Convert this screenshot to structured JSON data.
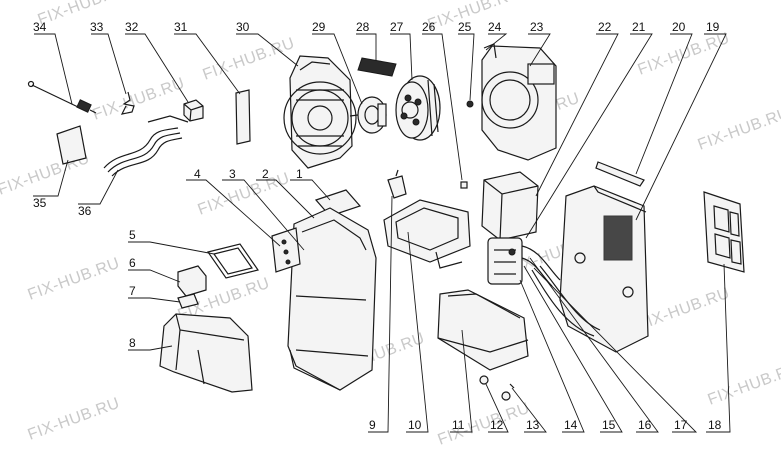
{
  "watermark": "FIX-HUB.RU",
  "colors": {
    "line": "#1a1a1a",
    "watermark": "#c9c9c9",
    "background": "#ffffff"
  },
  "callouts_top": [
    "34",
    "33",
    "32",
    "31",
    "30",
    "29",
    "28",
    "27",
    "26",
    "25",
    "24",
    "23",
    "22",
    "21",
    "20",
    "19"
  ],
  "callouts_left": [
    "35",
    "36",
    "4",
    "3",
    "2",
    "1",
    "5",
    "6",
    "7",
    "8"
  ],
  "callouts_bottom": [
    "9",
    "10",
    "11",
    "12",
    "13",
    "14",
    "15",
    "16",
    "17",
    "18"
  ]
}
